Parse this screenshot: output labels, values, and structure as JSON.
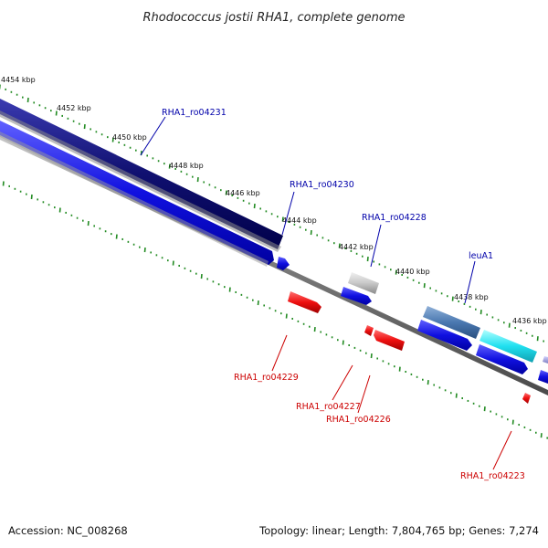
{
  "title": "Rhodococcus jostii RHA1, complete genome",
  "footer": {
    "accession": "Accession: NC_008268",
    "summary": "Topology: linear; Length: 7,804,765 bp; Genes: 7,274"
  },
  "scale_labels": [
    "4454 kbp",
    "4452 kbp",
    "4450 kbp",
    "4448 kbp",
    "4446 kbp",
    "4444 kbp",
    "4442 kbp",
    "4440 kbp",
    "4438 kbp",
    "4436 kbp"
  ],
  "genes_forward": [
    {
      "label": "RHA1_ro04231",
      "color": "#00008b"
    },
    {
      "label": "RHA1_ro04230",
      "color": "#0000cc"
    },
    {
      "label": "RHA1_ro04228",
      "color": "#0000cc"
    },
    {
      "label": "leuA1",
      "color": "#0000cc"
    }
  ],
  "genes_reverse": [
    {
      "label": "RHA1_ro04229",
      "color": "#cc0000"
    },
    {
      "label": "RHA1_ro04227",
      "color": "#cc0000"
    },
    {
      "label": "RHA1_ro04226",
      "color": "#cc0000"
    },
    {
      "label": "RHA1_ro04223",
      "color": "#cc0000"
    }
  ],
  "colors": {
    "forward_label": "#0000aa",
    "reverse_label": "#cc0000",
    "tick": "#228b22",
    "backbone": "#777777"
  }
}
